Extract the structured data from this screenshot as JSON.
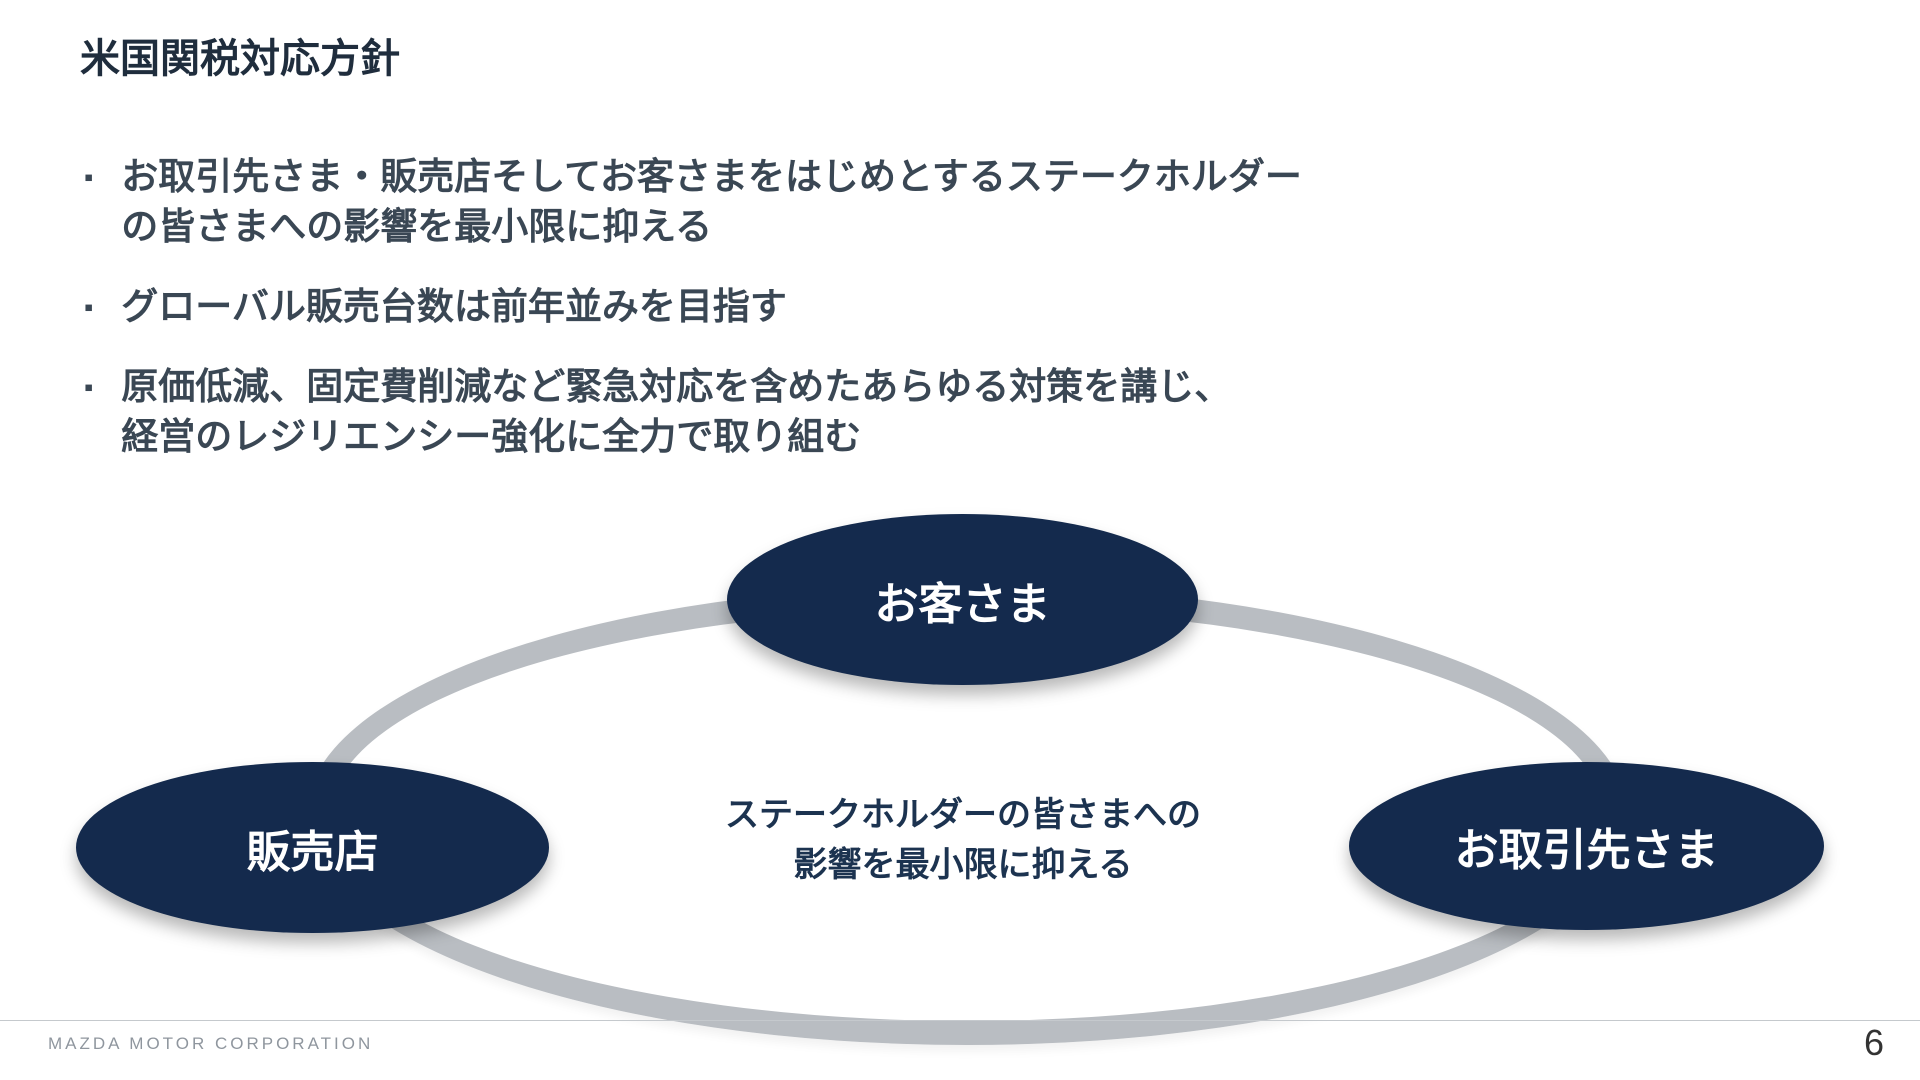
{
  "slide": {
    "title": "米国関税対応方針",
    "bullet_marker": "▪",
    "bullets": [
      {
        "lines": [
          "お取引先さま・販売店そしてお客さまをはじめとするステークホルダー",
          "の皆さまへの影響を最小限に抑える"
        ]
      },
      {
        "lines": [
          "グローバル販売台数は前年並みを目指す"
        ]
      },
      {
        "lines": [
          "原価低減、固定費削減など緊急対応を含めたあらゆる対策を講じ、",
          "経営のレジリエンシー強化に全力で取り組む"
        ]
      }
    ]
  },
  "diagram": {
    "nodes": [
      {
        "id": "customers",
        "label": "お客さま"
      },
      {
        "id": "dealers",
        "label": "販売店"
      },
      {
        "id": "suppliers",
        "label": "お取引先さま"
      }
    ],
    "center_text_lines": [
      "ステークホルダーの皆さまへの",
      "影響を最小限に抑える"
    ],
    "colors": {
      "node_fill": "#142a4d",
      "node_text": "#ffffff",
      "ring": "#b9bdc2",
      "center_text": "#1c3350"
    }
  },
  "footer": {
    "company": "MAZDA MOTOR CORPORATION",
    "page_number": "6"
  }
}
